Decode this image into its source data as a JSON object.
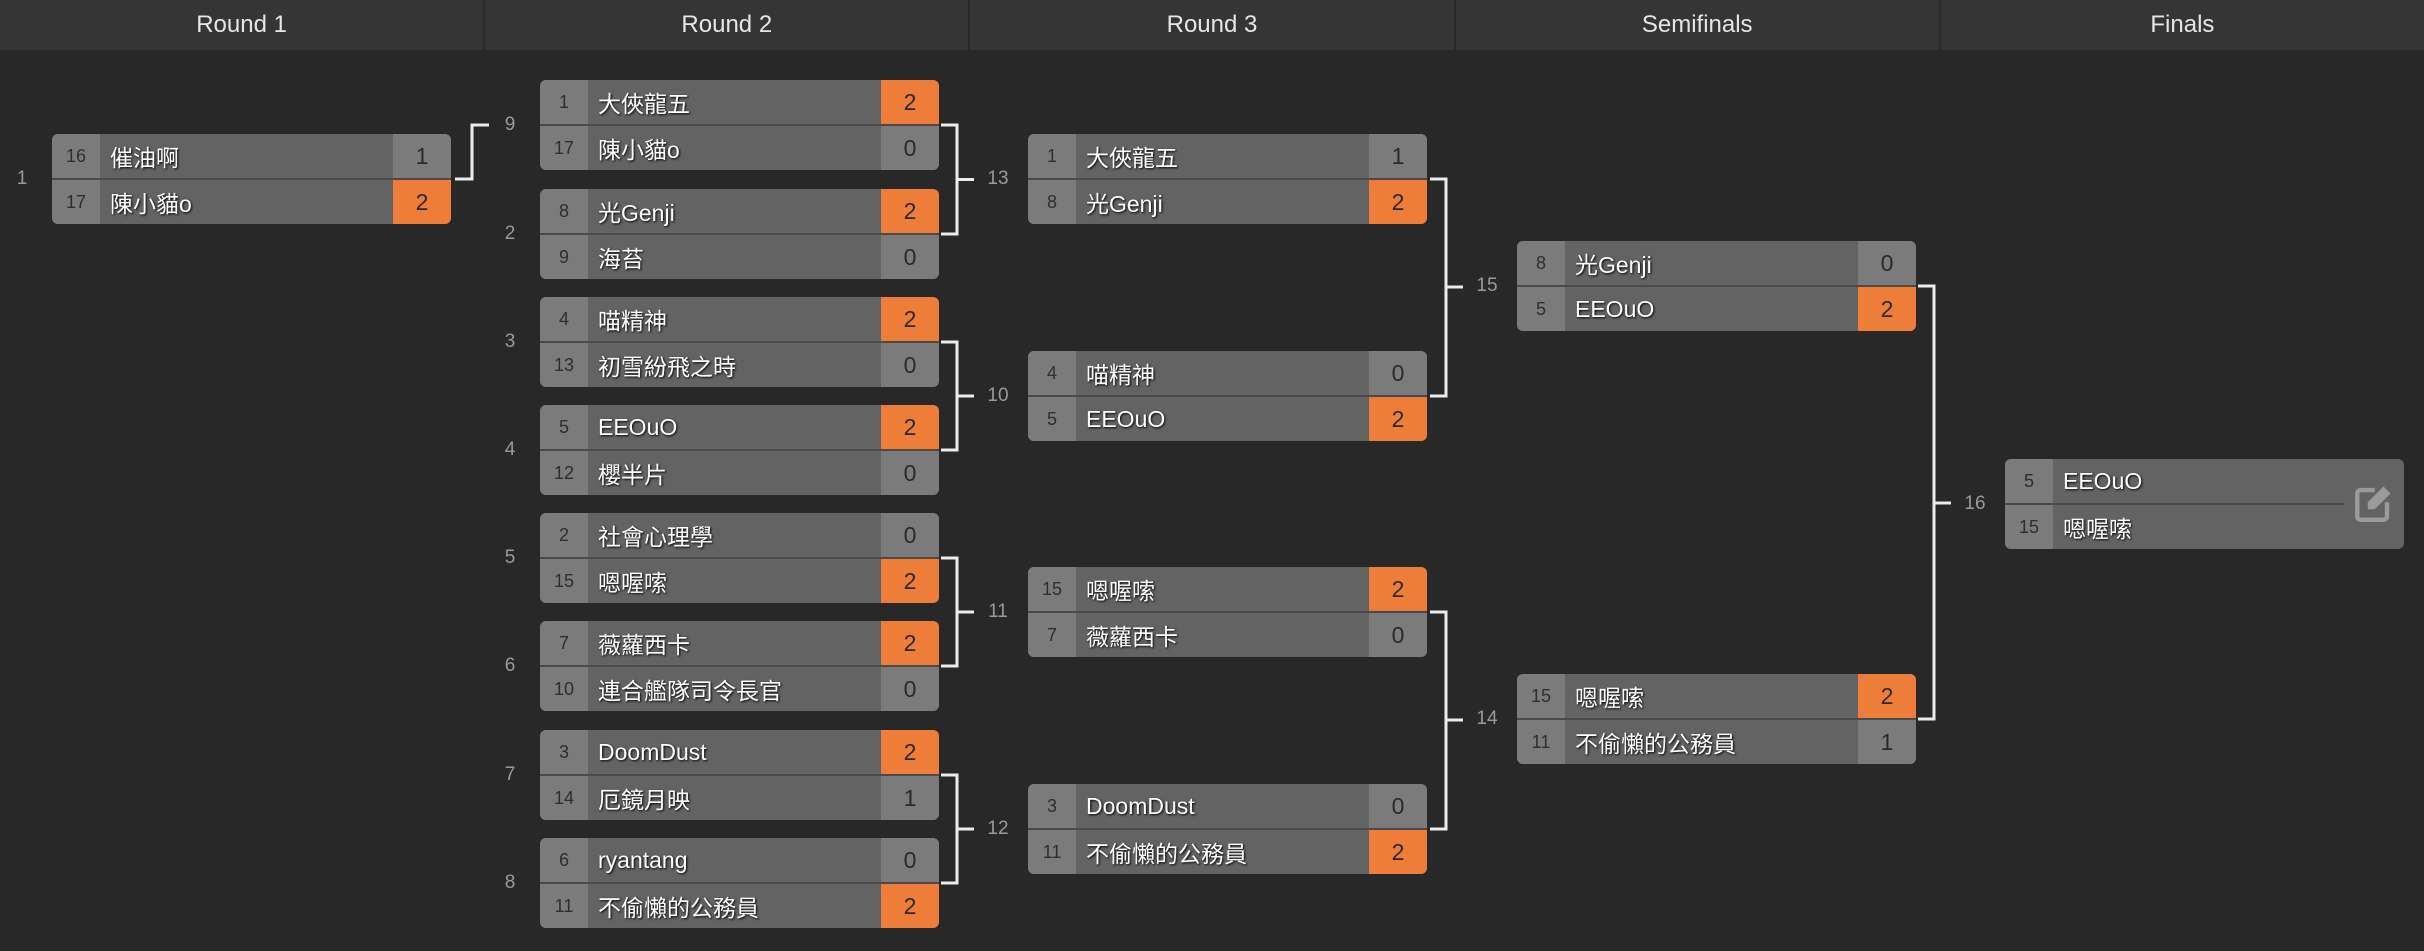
{
  "rounds": [
    "Round 1",
    "Round 2",
    "Round 3",
    "Semifinals",
    "Finals"
  ],
  "colors": {
    "winner": "#ee7d3a",
    "background": "#282828",
    "header": "#353535"
  },
  "matches": [
    {
      "label": "1",
      "round": 0,
      "teams": [
        {
          "seed": "16",
          "name": "催油啊",
          "score": "1",
          "win": false
        },
        {
          "seed": "17",
          "name": "陳小貓o",
          "score": "2",
          "win": true
        }
      ]
    },
    {
      "label": "9",
      "round": 1,
      "teams": [
        {
          "seed": "1",
          "name": "大俠龍五",
          "score": "2",
          "win": true
        },
        {
          "seed": "17",
          "name": "陳小貓o",
          "score": "0",
          "win": false
        }
      ]
    },
    {
      "label": "2",
      "round": 1,
      "teams": [
        {
          "seed": "8",
          "name": "光Genji",
          "score": "2",
          "win": true
        },
        {
          "seed": "9",
          "name": "海苔",
          "score": "0",
          "win": false
        }
      ]
    },
    {
      "label": "3",
      "round": 1,
      "teams": [
        {
          "seed": "4",
          "name": "喵精神",
          "score": "2",
          "win": true
        },
        {
          "seed": "13",
          "name": "初雪紛飛之時",
          "score": "0",
          "win": false
        }
      ]
    },
    {
      "label": "4",
      "round": 1,
      "teams": [
        {
          "seed": "5",
          "name": "EEOuO",
          "score": "2",
          "win": true
        },
        {
          "seed": "12",
          "name": "櫻半片",
          "score": "0",
          "win": false
        }
      ]
    },
    {
      "label": "5",
      "round": 1,
      "teams": [
        {
          "seed": "2",
          "name": "社會心理學",
          "score": "0",
          "win": false
        },
        {
          "seed": "15",
          "name": "嗯喔嗦",
          "score": "2",
          "win": true
        }
      ]
    },
    {
      "label": "6",
      "round": 1,
      "teams": [
        {
          "seed": "7",
          "name": "薇蘿西卡",
          "score": "2",
          "win": true
        },
        {
          "seed": "10",
          "name": "連合艦隊司令長官",
          "score": "0",
          "win": false
        }
      ]
    },
    {
      "label": "7",
      "round": 1,
      "teams": [
        {
          "seed": "3",
          "name": "DoomDust",
          "score": "2",
          "win": true
        },
        {
          "seed": "14",
          "name": "厄鏡月映",
          "score": "1",
          "win": false
        }
      ]
    },
    {
      "label": "8",
      "round": 1,
      "teams": [
        {
          "seed": "6",
          "name": "ryantang",
          "score": "0",
          "win": false
        },
        {
          "seed": "11",
          "name": "不偷懶的公務員",
          "score": "2",
          "win": true
        }
      ]
    },
    {
      "label": "13",
      "round": 2,
      "teams": [
        {
          "seed": "1",
          "name": "大俠龍五",
          "score": "1",
          "win": false
        },
        {
          "seed": "8",
          "name": "光Genji",
          "score": "2",
          "win": true
        }
      ]
    },
    {
      "label": "10",
      "round": 2,
      "teams": [
        {
          "seed": "4",
          "name": "喵精神",
          "score": "0",
          "win": false
        },
        {
          "seed": "5",
          "name": "EEOuO",
          "score": "2",
          "win": true
        }
      ]
    },
    {
      "label": "11",
      "round": 2,
      "teams": [
        {
          "seed": "15",
          "name": "嗯喔嗦",
          "score": "2",
          "win": true
        },
        {
          "seed": "7",
          "name": "薇蘿西卡",
          "score": "0",
          "win": false
        }
      ]
    },
    {
      "label": "12",
      "round": 2,
      "teams": [
        {
          "seed": "3",
          "name": "DoomDust",
          "score": "0",
          "win": false
        },
        {
          "seed": "11",
          "name": "不偷懶的公務員",
          "score": "2",
          "win": true
        }
      ]
    },
    {
      "label": "15",
      "round": 3,
      "teams": [
        {
          "seed": "8",
          "name": "光Genji",
          "score": "0",
          "win": false
        },
        {
          "seed": "5",
          "name": "EEOuO",
          "score": "2",
          "win": true
        }
      ]
    },
    {
      "label": "14",
      "round": 3,
      "teams": [
        {
          "seed": "15",
          "name": "嗯喔嗦",
          "score": "2",
          "win": true
        },
        {
          "seed": "11",
          "name": "不偷懶的公務員",
          "score": "1",
          "win": false
        }
      ]
    },
    {
      "label": "16",
      "round": 4,
      "final": true,
      "teams": [
        {
          "seed": "5",
          "name": "EEOuO"
        },
        {
          "seed": "15",
          "name": "嗯喔嗦"
        }
      ],
      "icon": "edit-icon"
    }
  ]
}
